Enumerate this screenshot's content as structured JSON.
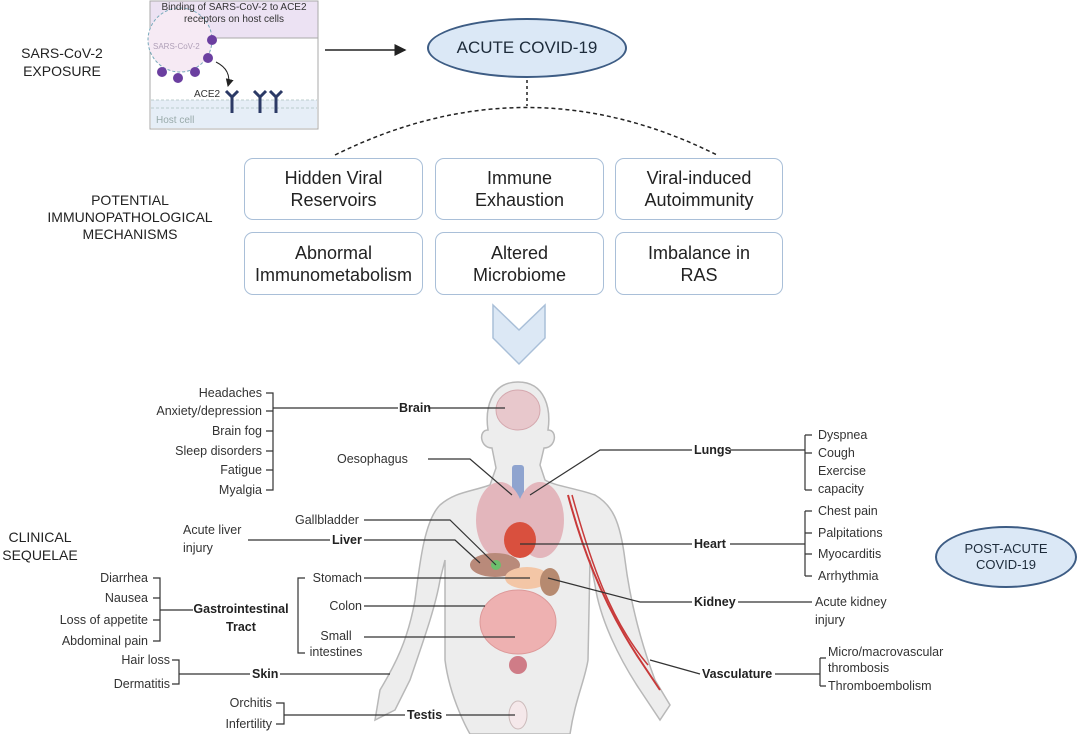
{
  "header": {
    "exposure": "SARS-CoV-2\nEXPOSURE",
    "inset_title": "Binding of SARS-CoV-2 to ACE2 receptors on host cells",
    "inset_virus": "SARS-CoV-2",
    "inset_receptor": "ACE2",
    "inset_cell": "Host cell",
    "acute": "ACUTE COVID-19"
  },
  "mechanisms": {
    "label": "POTENTIAL\nIMMUNOPATHOLOGICAL\nMECHANISMS",
    "boxes": [
      "Hidden Viral\nReservoirs",
      "Immune\nExhaustion",
      "Viral-induced\nAutoimmunity",
      "Abnormal\nImmunometabolism",
      "Altered\nMicrobiome",
      "Imbalance in\nRAS"
    ]
  },
  "sequelae": {
    "label": "CLINICAL\nSEQUELAE",
    "post_acute": "POST-ACUTE\nCOVID-19",
    "brain": {
      "organ": "Brain",
      "symptoms": [
        "Headaches",
        "Anxiety/depression",
        "Brain fog",
        "Sleep disorders",
        "Fatigue",
        "Myalgia"
      ]
    },
    "oesophagus": "Oesophagus",
    "lungs": {
      "organ": "Lungs",
      "symptoms": [
        "Dyspnea",
        "Cough",
        "Exercise\ncapacity"
      ]
    },
    "gallbladder": "Gallbladder",
    "liver": {
      "organ": "Liver",
      "symptoms": [
        "Acute liver\ninjury"
      ]
    },
    "heart": {
      "organ": "Heart",
      "symptoms": [
        "Chest pain",
        "Palpitations",
        "Myocarditis",
        "Arrhythmia"
      ]
    },
    "gi": {
      "organ": "Gastrointestinal\nTract",
      "symptoms": [
        "Diarrhea",
        "Nausea",
        "Loss of appetite",
        "Abdominal pain"
      ],
      "parts": [
        "Stomach",
        "Colon",
        "Small\nintestines"
      ]
    },
    "kidney": {
      "organ": "Kidney",
      "symptoms": [
        "Acute kidney\ninjury"
      ]
    },
    "skin": {
      "organ": "Skin",
      "symptoms": [
        "Hair loss",
        "Dermatitis"
      ]
    },
    "vasculature": {
      "organ": "Vasculature",
      "symptoms": [
        "Micro/macrovascular\nthrombosis",
        "Thromboembolism"
      ]
    },
    "testis": {
      "organ": "Testis",
      "symptoms": [
        "Orchitis",
        "Infertility"
      ]
    }
  }
}
